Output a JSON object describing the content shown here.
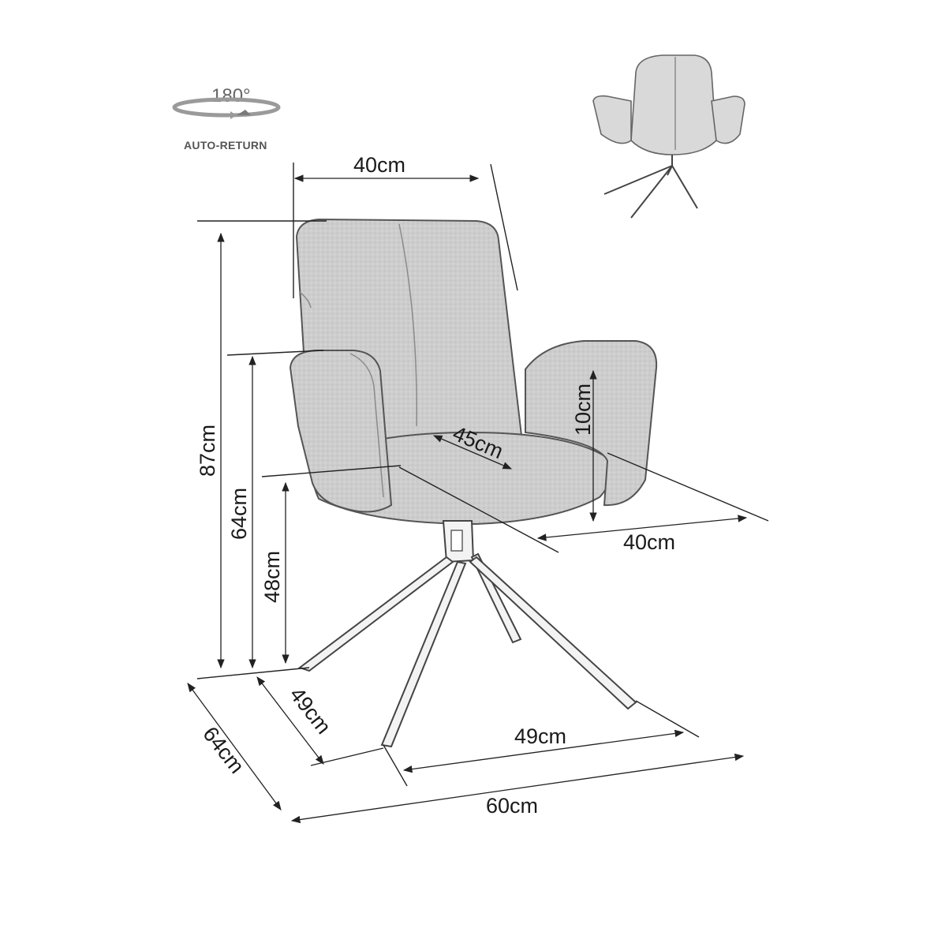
{
  "badge": {
    "rotation_label": "180°",
    "caption": "AUTO-RETURN",
    "icon": "rotation-arrow-icon"
  },
  "dimensions": {
    "back_width": "40cm",
    "total_height": "87cm",
    "armrest_height": "64cm",
    "seat_height": "48cm",
    "seat_depth": "45cm",
    "armrest_height_above_seat": "10cm",
    "seat_width": "40cm",
    "base_depth": "49cm",
    "base_width": "49cm",
    "total_depth": "64cm",
    "total_width": "60cm"
  },
  "colors": {
    "upholstery": "#cfcfcf",
    "line": "#222222",
    "background": "#ffffff"
  }
}
